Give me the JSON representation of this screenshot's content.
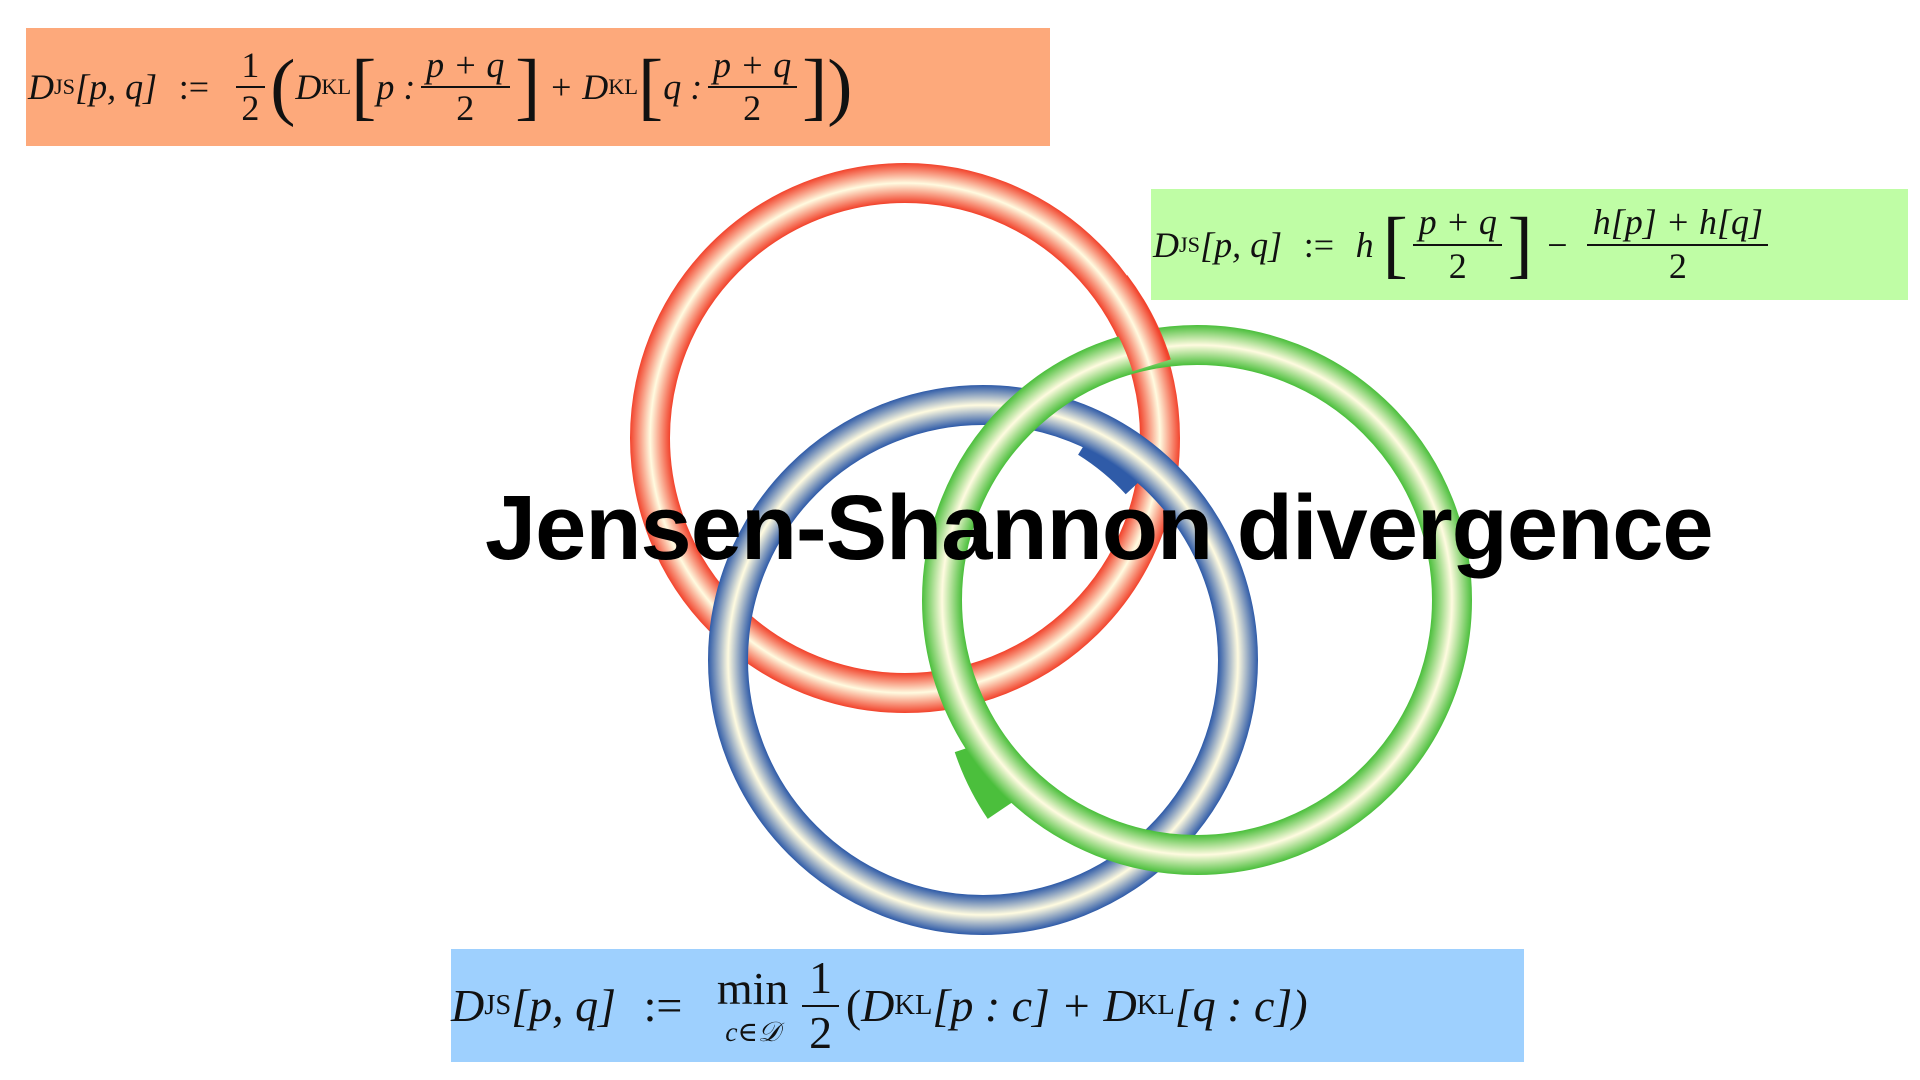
{
  "title": "Jensen-Shannon divergence",
  "colors": {
    "kl_box_bg": "#fda97b",
    "entropy_box_bg": "#bffda5",
    "min_box_bg": "#9ed0fe",
    "ring_red": "#f2432c",
    "ring_green": "#4bbf3c",
    "ring_blue": "#2f5ba8",
    "ring_highlight": "#fffbe0"
  },
  "formulas": {
    "kl": {
      "lhs_D": "D",
      "lhs_sub": "JS",
      "lhs_args": "[p, q]",
      "assign": ":=",
      "half_num": "1",
      "half_den": "2",
      "open_paren": "(",
      "d1": "D",
      "d1_sub": "KL",
      "open1": "[",
      "arg1": "p :",
      "mid1_num": "p + q",
      "mid1_den": "2",
      "close1": "]",
      "plus": "+",
      "d2": "D",
      "d2_sub": "KL",
      "open2": "[",
      "arg2": "q :",
      "mid2_num": "p + q",
      "mid2_den": "2",
      "close2": "]",
      "close_paren": ")"
    },
    "entropy": {
      "lhs_D": "D",
      "lhs_sub": "JS",
      "lhs_args": "[p, q]",
      "assign": ":=",
      "h": "h",
      "open": "[",
      "mix_num": "p + q",
      "mix_den": "2",
      "close": "]",
      "minus": "−",
      "avg_num": "h[p] + h[q]",
      "avg_den": "2"
    },
    "min": {
      "lhs_D": "D",
      "lhs_sub": "JS",
      "lhs_args": "[p, q]",
      "assign": ":=",
      "min_word": "min",
      "min_under": "c∈𝒟",
      "half_num": "1",
      "half_den": "2",
      "body_open": "(",
      "d1": "D",
      "d1_sub": "KL",
      "term1": "[p : c]",
      "plus": "+",
      "d2": "D",
      "d2_sub": "KL",
      "term2": "[q : c])"
    }
  }
}
